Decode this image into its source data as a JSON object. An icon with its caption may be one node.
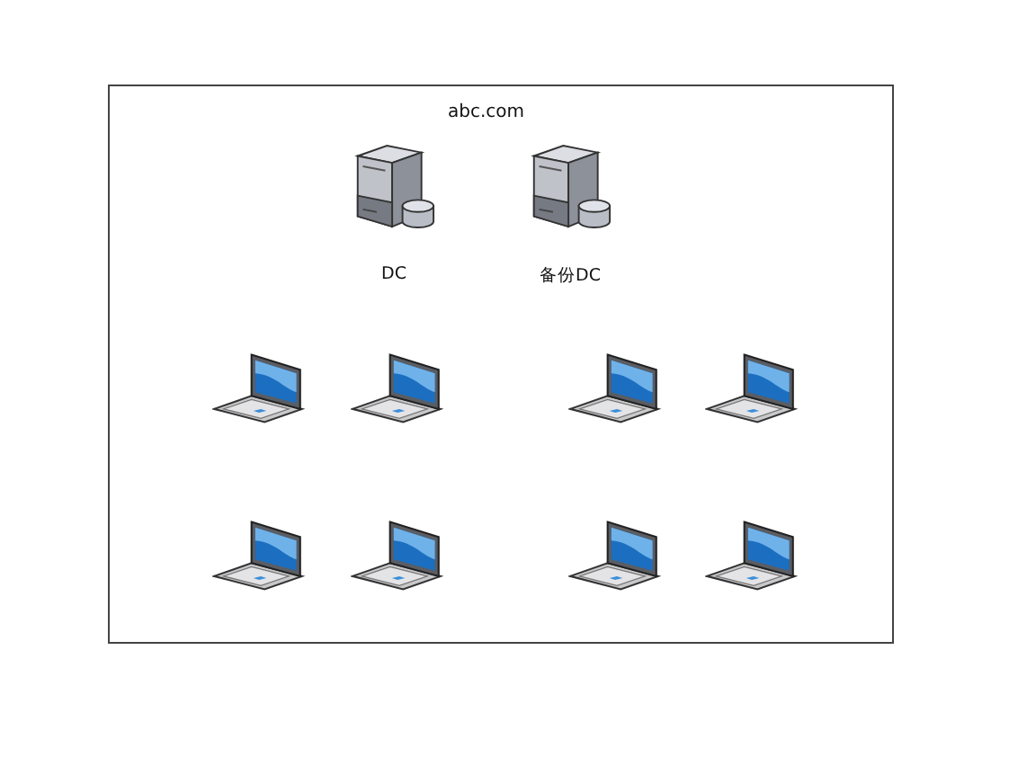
{
  "diagram": {
    "nodes": [
      {
        "text": [
          "abc.com"
        ]
      },
      {
        "text": [
          "DC"
        ],
        "in": 0
      },
      {
        "text": [
          "备份DC"
        ],
        "in": 0
      },
      {
        "text": [],
        "shape": "laptop",
        "in": 0
      },
      {
        "text": [],
        "shape": "laptop",
        "in": 0
      },
      {
        "text": [],
        "shape": "laptop",
        "in": 0
      },
      {
        "text": [],
        "shape": "laptop",
        "in": 0
      },
      {
        "text": [],
        "shape": "laptop",
        "in": 0
      },
      {
        "text": [],
        "shape": "laptop",
        "in": 0
      },
      {
        "text": [],
        "shape": "laptop",
        "in": 0
      },
      {
        "text": [],
        "shape": "laptop",
        "in": 0
      }
    ]
  }
}
